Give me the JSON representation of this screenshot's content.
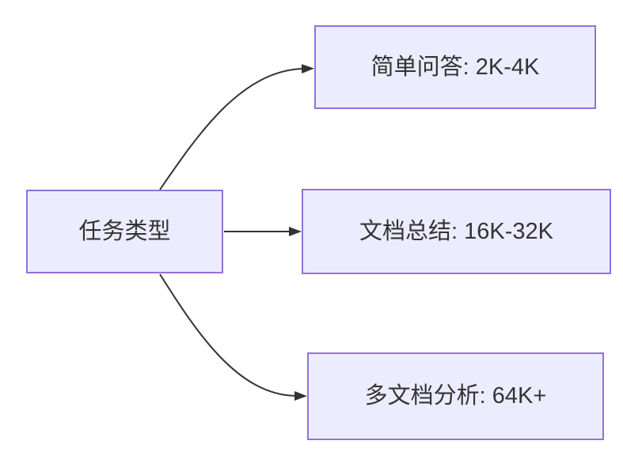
{
  "diagram": {
    "type": "flowchart",
    "direction": "left-to-right",
    "colors": {
      "node_fill": "#ECECFF",
      "node_border": "#9370DB",
      "edge": "#333333",
      "text": "#333333",
      "background": "#ffffff"
    },
    "nodes": {
      "task_type": {
        "label": "任务类型"
      },
      "simple_qa": {
        "label": "简单问答: 2K-4K"
      },
      "doc_summary": {
        "label": "文档总结: 16K-32K"
      },
      "multi_doc_analysis": {
        "label": "多文档分析: 64K+"
      }
    },
    "edges": [
      {
        "from": "任务类型",
        "to": "简单问答: 2K-4K",
        "arrow": "triangle"
      },
      {
        "from": "任务类型",
        "to": "文档总结: 16K-32K",
        "arrow": "triangle"
      },
      {
        "from": "任务类型",
        "to": "多文档分析: 64K+",
        "arrow": "triangle"
      }
    ]
  }
}
